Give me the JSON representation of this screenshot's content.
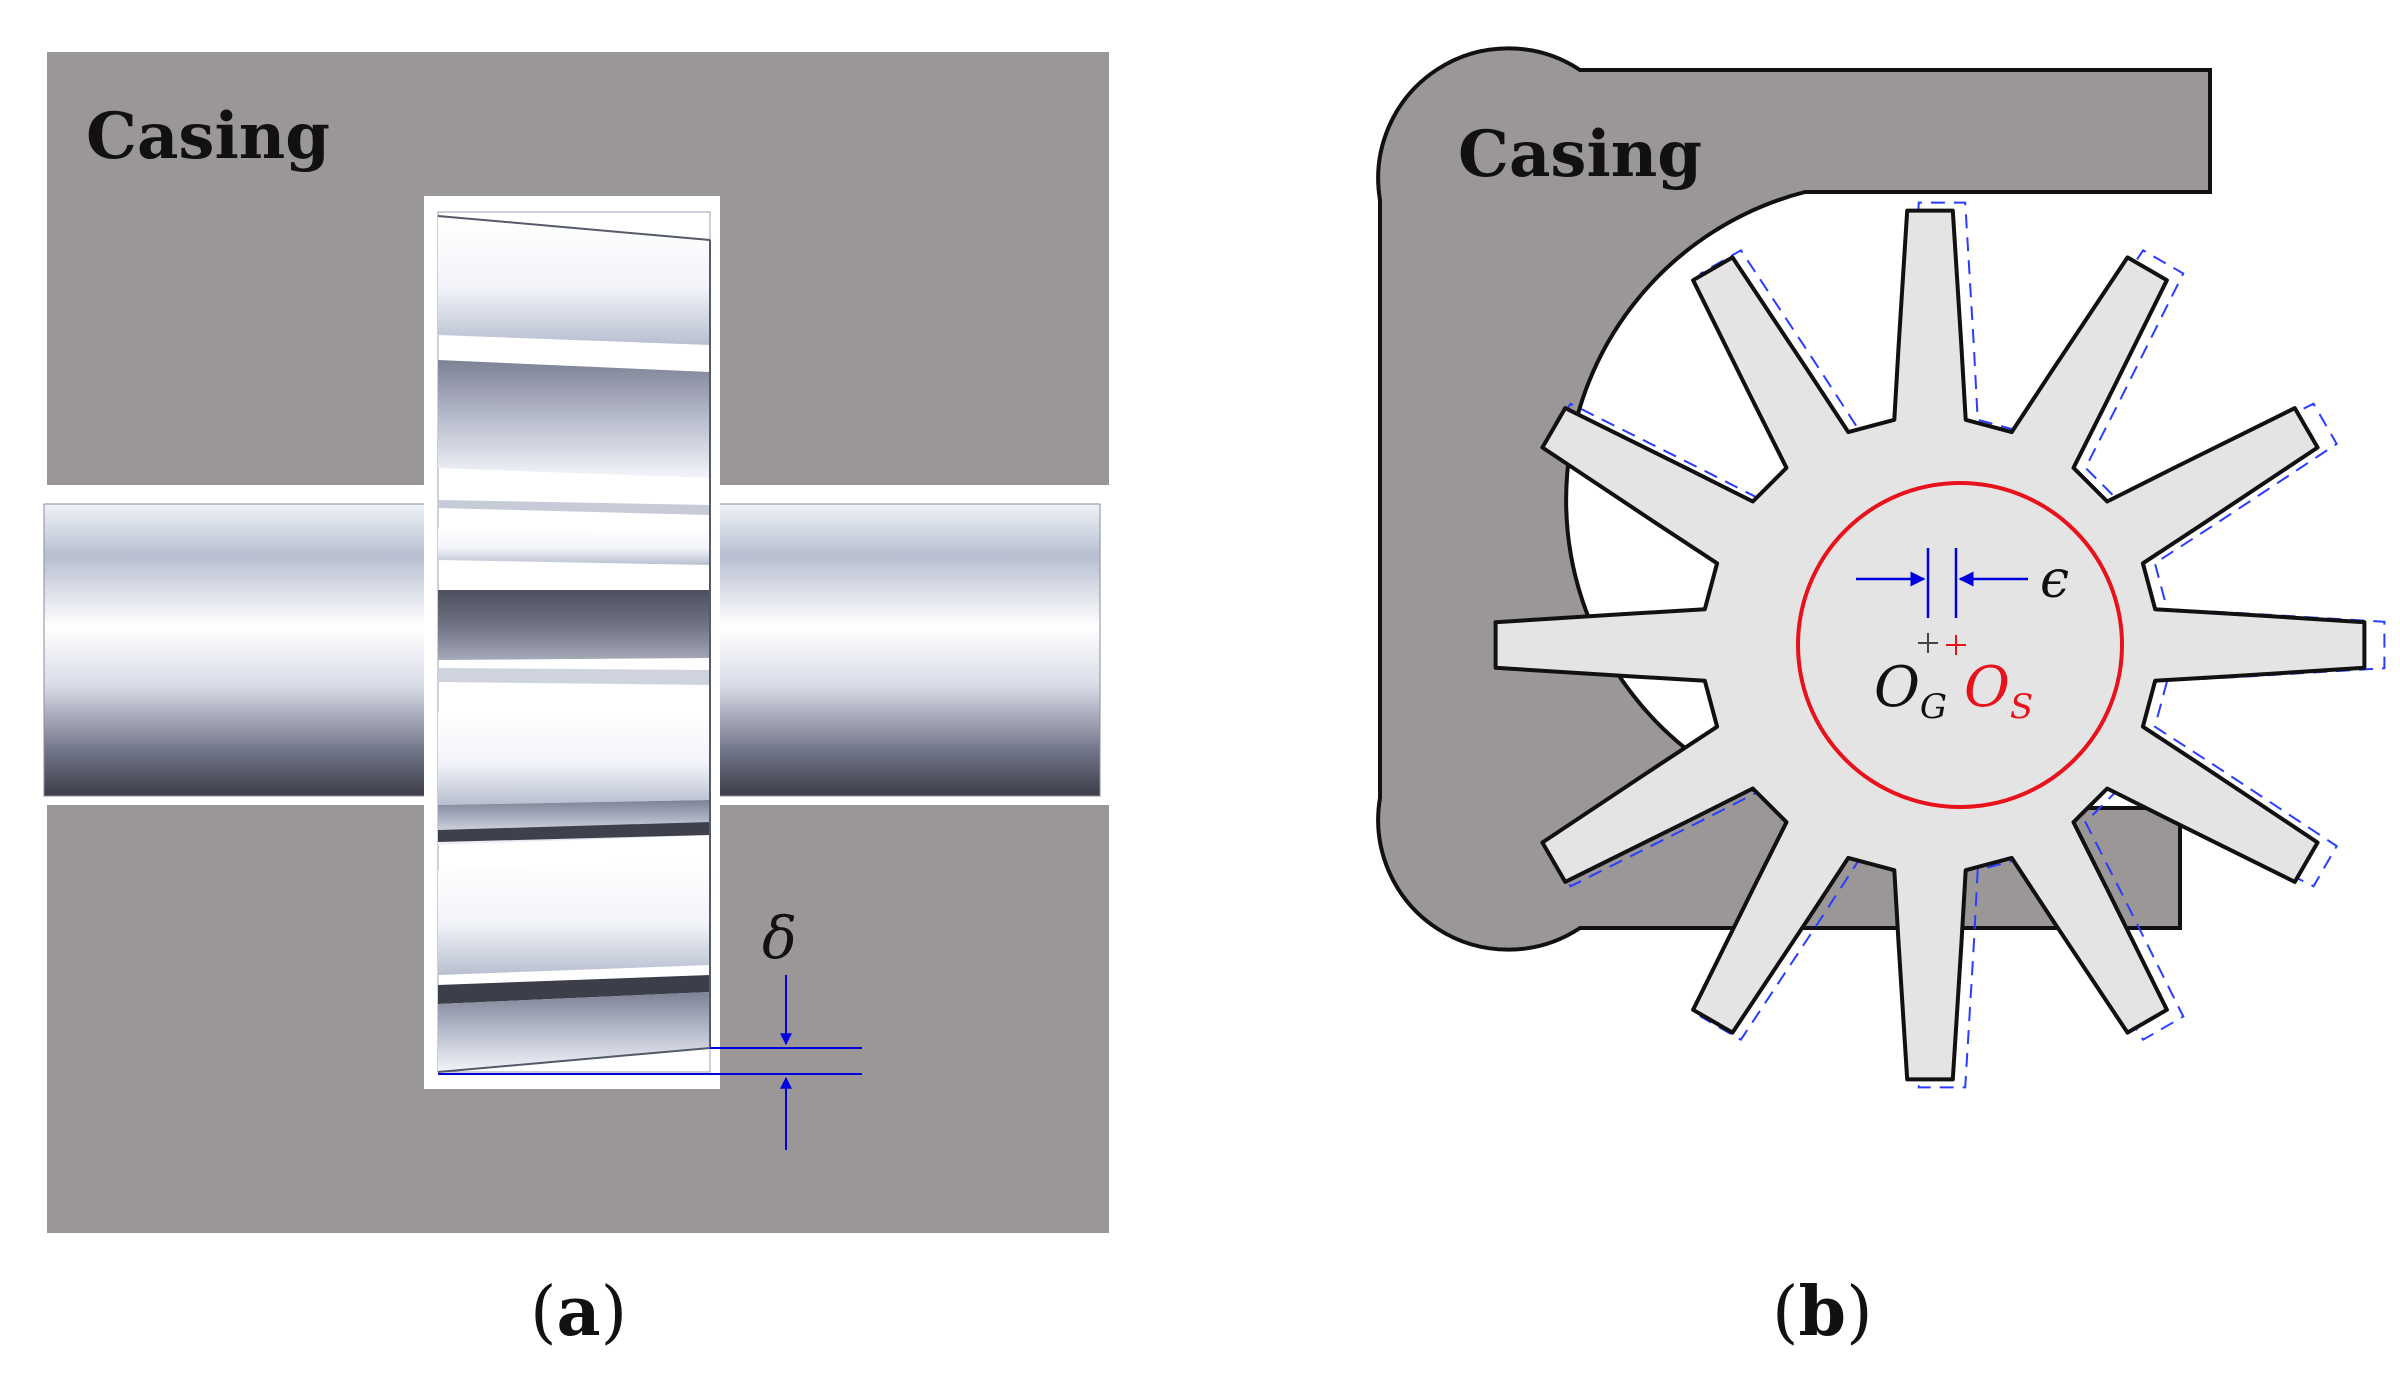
{
  "panel_a": {
    "casing_label": "Casing",
    "delta_symbol": "δ",
    "panel_label_open": "(",
    "panel_label_letter": "a",
    "panel_label_close": ")"
  },
  "panel_b": {
    "casing_label": "Casing",
    "epsilon_symbol": "ϵ",
    "og_main": "O",
    "og_sub": "G",
    "os_main": "O",
    "os_sub": "S",
    "panel_label_open": "(",
    "panel_label_letter": "b",
    "panel_label_close": ")"
  },
  "colors": {
    "casing": "#9a9796",
    "gear_fill": "#e4e4e4",
    "dimension_blue": "#0000e0",
    "shaft_red": "#e8121c",
    "outline": "#111111"
  }
}
